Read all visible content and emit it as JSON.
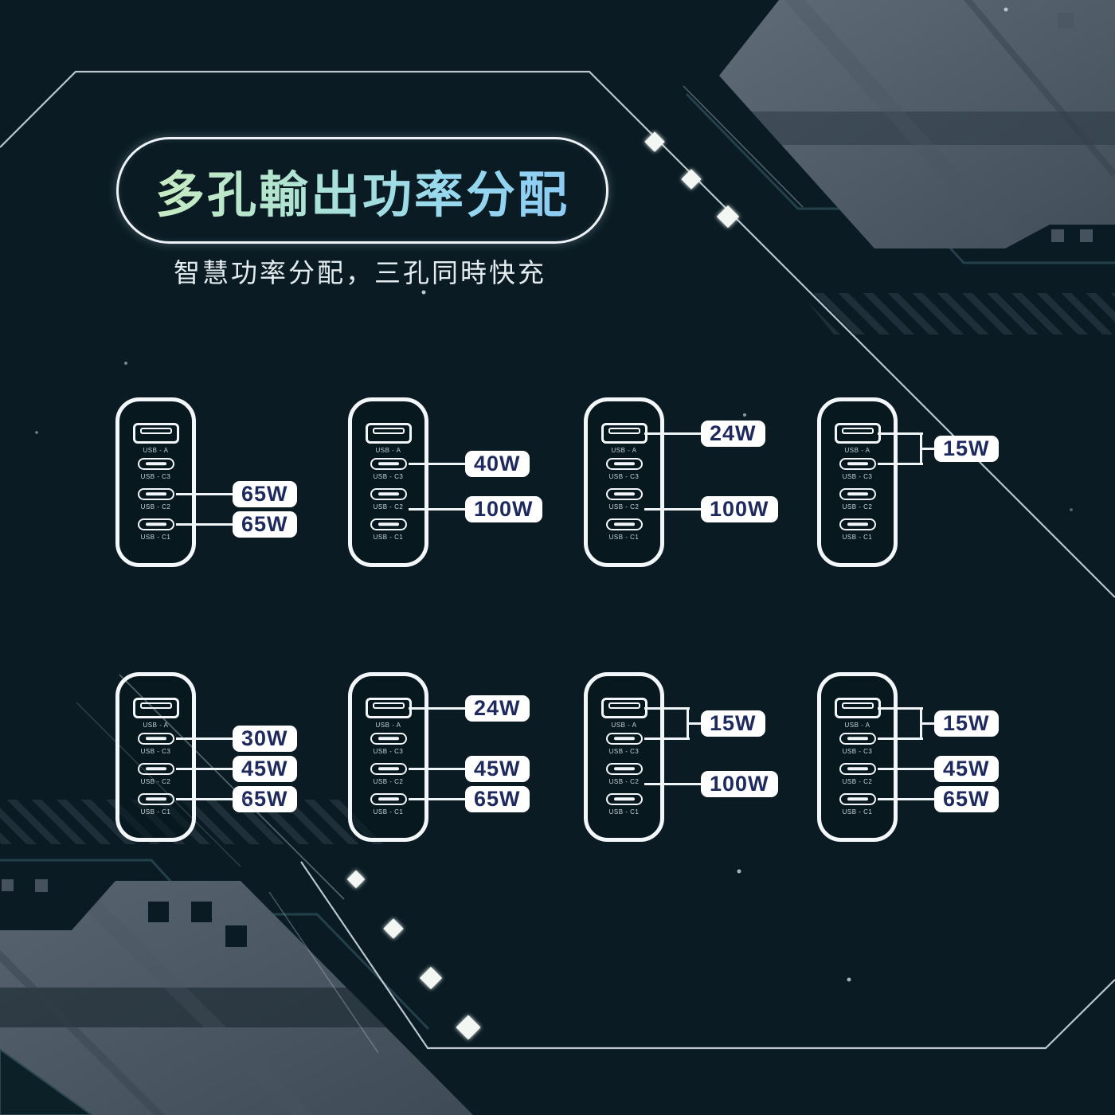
{
  "header": {
    "title": "多孔輸出功率分配",
    "subtitle": "智慧功率分配，三孔同時快充"
  },
  "charger_ports": [
    "USB - A",
    "USB - C3",
    "USB - C2",
    "USB - C1"
  ],
  "colors": {
    "background": "#0a1b23",
    "badge_background": "#ffffff",
    "badge_text": "#1e2a5e",
    "line": "#f0f5f7",
    "panel_gray": "#515e69",
    "title_gradient_start": "#c9ecc2",
    "title_gradient_end": "#8ccbf4"
  },
  "chargers": [
    {
      "id": 1,
      "row": 1,
      "col": 1,
      "annotations": [
        {
          "type": "direct",
          "port": "USB - C2",
          "value": "65W"
        },
        {
          "type": "direct",
          "port": "USB - C1",
          "value": "65W"
        }
      ]
    },
    {
      "id": 2,
      "row": 1,
      "col": 2,
      "annotations": [
        {
          "type": "direct",
          "port": "USB - C3",
          "value": "40W"
        },
        {
          "type": "between",
          "ports": [
            "USB - C2",
            "USB - C1"
          ],
          "value": "100W"
        }
      ]
    },
    {
      "id": 3,
      "row": 1,
      "col": 3,
      "annotations": [
        {
          "type": "direct",
          "port": "USB - A",
          "value": "24W"
        },
        {
          "type": "between",
          "ports": [
            "USB - C2",
            "USB - C1"
          ],
          "value": "100W"
        }
      ]
    },
    {
      "id": 4,
      "row": 1,
      "col": 4,
      "annotations": [
        {
          "type": "bracket",
          "ports": [
            "USB - A",
            "USB - C3"
          ],
          "value": "15W"
        }
      ]
    },
    {
      "id": 5,
      "row": 2,
      "col": 1,
      "annotations": [
        {
          "type": "direct",
          "port": "USB - C3",
          "value": "30W"
        },
        {
          "type": "direct",
          "port": "USB - C2",
          "value": "45W"
        },
        {
          "type": "direct",
          "port": "USB - C1",
          "value": "65W"
        }
      ]
    },
    {
      "id": 6,
      "row": 2,
      "col": 2,
      "annotations": [
        {
          "type": "direct",
          "port": "USB - A",
          "value": "24W"
        },
        {
          "type": "direct",
          "port": "USB - C2",
          "value": "45W"
        },
        {
          "type": "direct",
          "port": "USB - C1",
          "value": "65W"
        }
      ]
    },
    {
      "id": 7,
      "row": 2,
      "col": 3,
      "annotations": [
        {
          "type": "bracket",
          "ports": [
            "USB - A",
            "USB - C3"
          ],
          "value": "15W"
        },
        {
          "type": "between",
          "ports": [
            "USB - C2",
            "USB - C1"
          ],
          "value": "100W"
        }
      ]
    },
    {
      "id": 8,
      "row": 2,
      "col": 4,
      "annotations": [
        {
          "type": "bracket",
          "ports": [
            "USB - A",
            "USB - C3"
          ],
          "value": "15W"
        },
        {
          "type": "direct",
          "port": "USB - C2",
          "value": "45W"
        },
        {
          "type": "direct",
          "port": "USB - C1",
          "value": "65W"
        }
      ]
    }
  ]
}
